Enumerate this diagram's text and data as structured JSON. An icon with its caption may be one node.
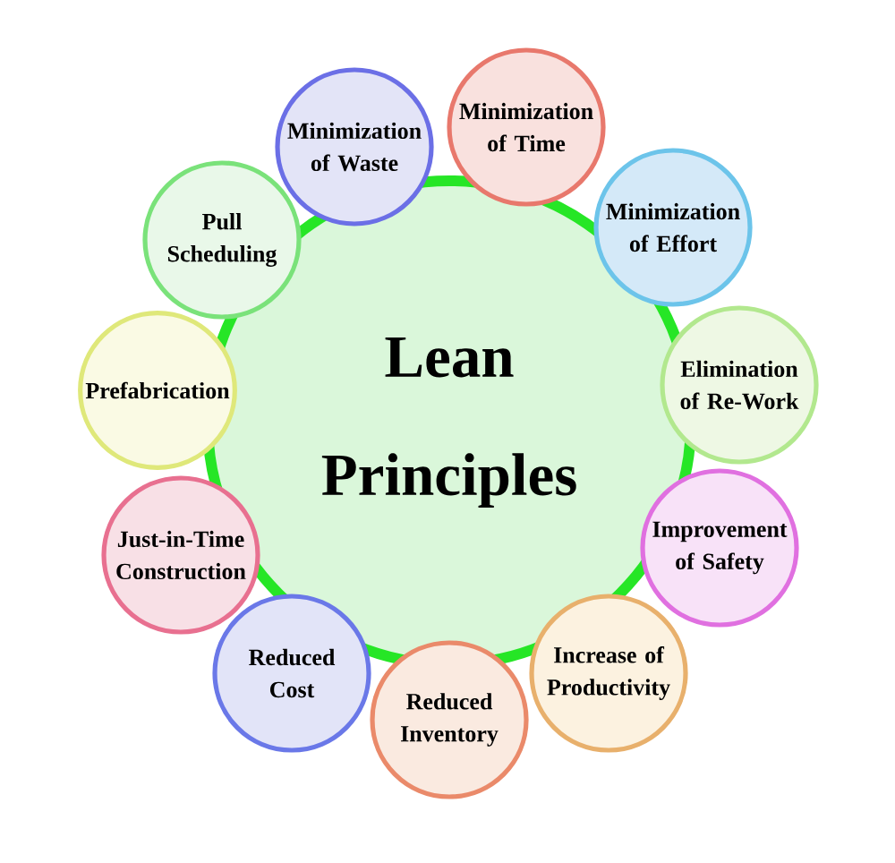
{
  "diagram": {
    "nodes": [
      {
        "text": [
          "Lean Principles"
        ]
      },
      {
        "text": [
          "Minimization of Waste"
        ]
      },
      {
        "text": [
          "Minimization of Time"
        ]
      },
      {
        "text": [
          "Minimization of Effort"
        ]
      },
      {
        "text": [
          "Elimination of Re-Work"
        ]
      },
      {
        "text": [
          "Improvement of Safety"
        ]
      },
      {
        "text": [
          "Increase of Productivity"
        ]
      },
      {
        "text": [
          "Reduced Inventory"
        ]
      },
      {
        "text": [
          "Reduced Cost"
        ]
      },
      {
        "text": [
          "Just-in-Time Construction"
        ]
      },
      {
        "text": [
          "Prefabrication"
        ]
      },
      {
        "text": [
          "Pull Scheduling"
        ]
      }
    ]
  }
}
